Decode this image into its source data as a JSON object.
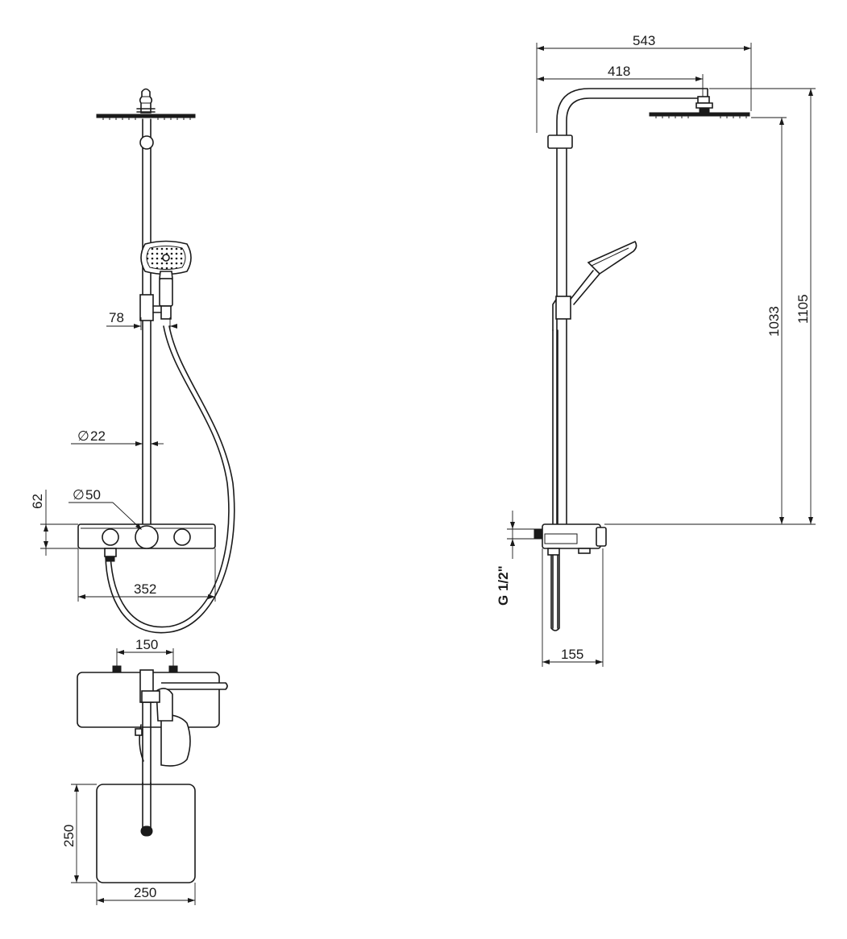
{
  "front_view": {
    "dim_arm_offset": "78",
    "dim_pipe_diameter": "22",
    "dim_knob_diameter": "50",
    "dim_shelf_height": "62",
    "dim_shelf_width": "352",
    "diameter_symbol": "∅"
  },
  "top_view": {
    "dim_inlet_spacing": "150",
    "dim_head_depth": "250",
    "dim_head_width": "250"
  },
  "side_view": {
    "dim_total_reach": "543",
    "dim_arm_reach": "418",
    "dim_head_height": "1033",
    "dim_total_height": "1105",
    "dim_thread": "G 1/2\"",
    "dim_mixer_depth": "155"
  }
}
